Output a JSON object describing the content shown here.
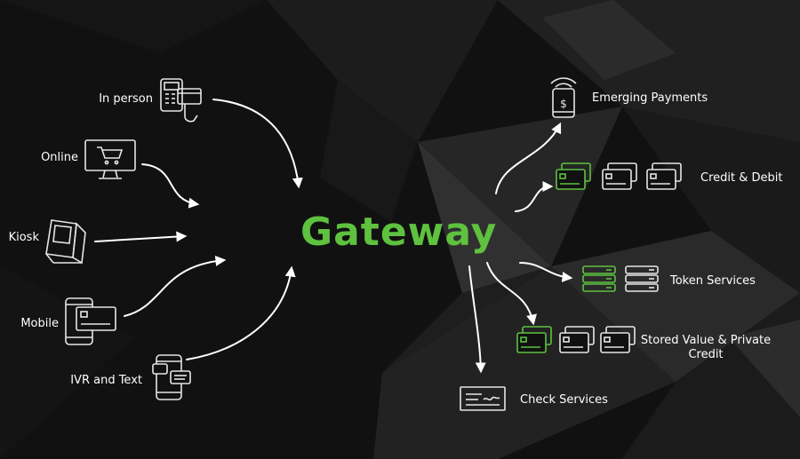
{
  "center": {
    "title": "Gateway"
  },
  "inputs": [
    {
      "label": "In person",
      "icon": "pos-terminal-card-icon"
    },
    {
      "label": "Online",
      "icon": "monitor-shopping-cart-icon"
    },
    {
      "label": "Kiosk",
      "icon": "kiosk-icon"
    },
    {
      "label": "Mobile",
      "icon": "phone-card-icon"
    },
    {
      "label": "IVR and Text",
      "icon": "phone-chat-icon"
    }
  ],
  "outputs": [
    {
      "label": "Emerging Payments",
      "icon": "contactless-phone-icon"
    },
    {
      "label": "Credit & Debit",
      "icon": "credit-cards-icon"
    },
    {
      "label": "Token Services",
      "icon": "server-stack-icon"
    },
    {
      "label_line1": "Stored Value & Private",
      "label_line2": "Credit",
      "icon": "stored-value-cards-icon"
    },
    {
      "label": "Check Services",
      "icon": "check-icon"
    }
  ],
  "colors": {
    "background": "#121212",
    "accent_green": "#5ec23f",
    "icon_white": "#e6e6e6",
    "text": "#ffffff"
  }
}
